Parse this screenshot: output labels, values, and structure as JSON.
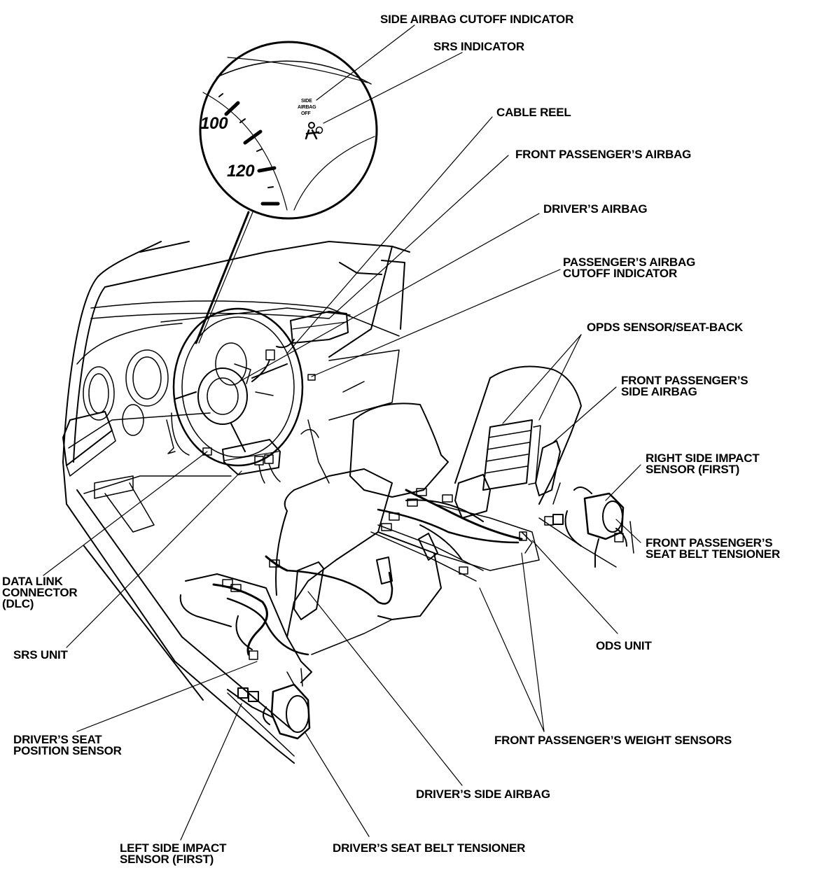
{
  "labels": {
    "side_airbag_cutoff_indicator": "SIDE AIRBAG CUTOFF INDICATOR",
    "srs_indicator": "SRS INDICATOR",
    "cable_reel": "CABLE REEL",
    "front_passengers_airbag": "FRONT PASSENGER’S AIRBAG",
    "drivers_airbag": "DRIVER’S AIRBAG",
    "passengers_airbag_cutoff_1": "PASSENGER’S AIRBAG",
    "passengers_airbag_cutoff_2": "CUTOFF INDICATOR",
    "opds_sensor": "OPDS SENSOR/SEAT-BACK",
    "front_passengers_side_airbag_1": "FRONT PASSENGER’S",
    "front_passengers_side_airbag_2": "SIDE AIRBAG",
    "right_side_impact_1": "RIGHT SIDE IMPACT",
    "right_side_impact_2": "SENSOR (FIRST)",
    "front_passengers_belt_1": "FRONT PASSENGER’S",
    "front_passengers_belt_2": "SEAT BELT TENSIONER",
    "dlc_1": "DATA LINK",
    "dlc_2": "CONNECTOR",
    "dlc_3": "(DLC)",
    "srs_unit": "SRS UNIT",
    "ods_unit": "ODS UNIT",
    "drivers_seat_position_1": "DRIVER’S SEAT",
    "drivers_seat_position_2": "POSITION SENSOR",
    "front_passengers_weight": "FRONT PASSENGER’S WEIGHT SENSORS",
    "drivers_side_airbag": "DRIVER’S SIDE AIRBAG",
    "left_side_impact_1": "LEFT SIDE IMPACT",
    "left_side_impact_2": "SENSOR (FIRST)",
    "drivers_belt_tensioner": "DRIVER’S SEAT BELT TENSIONER"
  },
  "gauge": {
    "speed_100": "100",
    "speed_120": "120",
    "side_airbag_1": "SIDE",
    "side_airbag_2": "AIRBAG",
    "side_airbag_3": "OFF"
  },
  "colors": {
    "ink": "#000000",
    "paper": "#ffffff"
  }
}
